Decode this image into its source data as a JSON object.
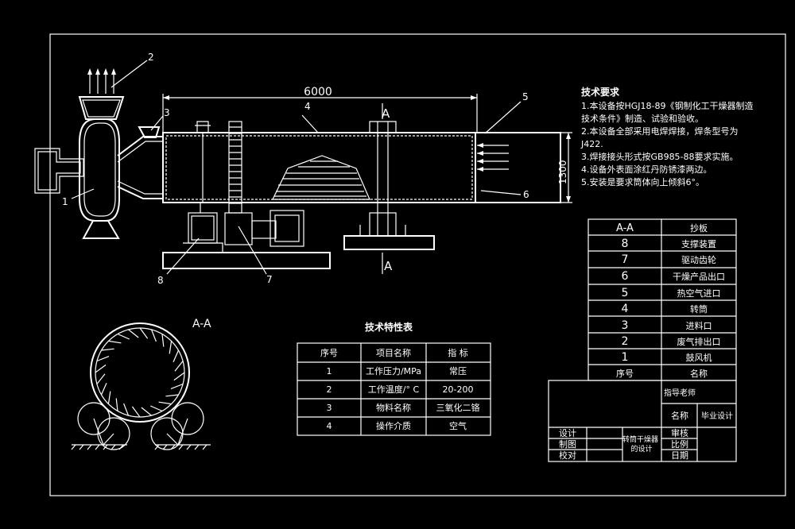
{
  "dimension_length": "6000",
  "dimension_height": "1300",
  "section_mark": "A",
  "section_title": "A-A",
  "callouts": [
    "1",
    "2",
    "3",
    "4",
    "5",
    "6",
    "7",
    "8"
  ],
  "tech_req": {
    "title": "技术要求",
    "lines": [
      "1.本设备按HGJ18-89《钢制化工干燥器制造",
      "技术条件》制造、试验和验收。",
      "2.本设备全部采用电焊焊接，焊条型号为",
      "J422.",
      "3.焊接接头形式按GB985-88要求实施。",
      "4.设备外表面涂红丹防锈漆两边。",
      "5.安装是要求筒体向上倾斜6°。"
    ]
  },
  "char_table": {
    "title": "技术特性表",
    "headers": [
      "序号",
      "项目名称",
      "指  标"
    ],
    "rows": [
      [
        "1",
        "工作压力/MPa",
        "常压"
      ],
      [
        "2",
        "工作温度/° C",
        "20-200"
      ],
      [
        "3",
        "物料名称",
        "三氧化二铬"
      ],
      [
        "4",
        "操作介质",
        "空气"
      ]
    ]
  },
  "parts_table": {
    "header_left": "A-A",
    "header_right": "抄板",
    "rows": [
      [
        "8",
        "支撑装置"
      ],
      [
        "7",
        "驱动齿轮"
      ],
      [
        "6",
        "干燥产品出口"
      ],
      [
        "5",
        "热空气进口"
      ],
      [
        "4",
        "转筒"
      ],
      [
        "3",
        "进料口"
      ],
      [
        "2",
        "废气排出口"
      ],
      [
        "1",
        "鼓风机"
      ]
    ],
    "footer": [
      "序号",
      "名称"
    ]
  },
  "title_block": {
    "advisor": "指导老师",
    "name_label": "名称",
    "name_value": "毕业设计",
    "design": "设计",
    "drawing": "制图",
    "check": "校对",
    "project": "转筒干燥器的设计",
    "review": "审核",
    "scale": "比例",
    "date": "日期"
  }
}
